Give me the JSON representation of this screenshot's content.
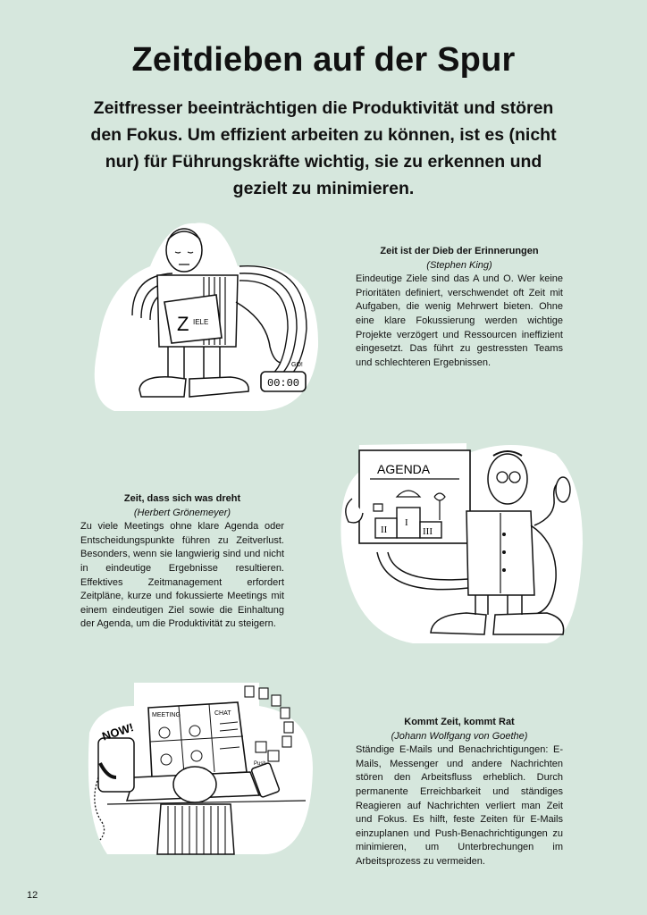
{
  "title": "Zeitdieben auf der Spur",
  "intro": "Zeitfresser beeinträchtigen die Produktivität und stören den Fokus. Um effizient arbeiten zu können, ist es (nicht nur) für Führungskräfte wichtig, sie zu erkennen und gezielt zu minimieren.",
  "sections": [
    {
      "heading": "Zeit ist der Dieb der Erinnerungen",
      "source": "(Stephen King)",
      "body": "Eindeutige Ziele sind das A und O. Wer keine Prioritäten definiert, verschwendet oft Zeit mit Aufgaben, die wenig Mehrwert bieten. Ohne eine klare Fokussierung werden wichtige Projekte verzögert und Ressourcen ineffizient eingesetzt. Das führt zu gestressten Teams und schlechteren Ergebnissen."
    },
    {
      "heading": "Zeit, dass sich was dreht",
      "source": "(Herbert Grönemeyer)",
      "body": "Zu viele Meetings ohne klare Agenda oder Entscheidungspunkte führen zu Zeitverlust. Besonders, wenn sie langwierig sind und nicht in eindeutige Ergebnisse resultieren. Effektives Zeitmanagement erfordert Zeitpläne, kurze und fokussierte Meetings mit einem eindeutigen Ziel sowie die Einhaltung der Agenda, um die Produktivität zu steigern."
    },
    {
      "heading": "Kommt Zeit, kommt Rat",
      "source": "(Johann Wolfgang von Goethe)",
      "body": "Ständige E-Mails und Benachrichtigungen: E-Mails, Messenger und andere Nachrichten stören den Arbeitsfluss erheblich. Durch permanente Erreichbarkeit und ständiges Reagieren auf Nachrichten verliert man Zeit und Fokus. Es hilft, feste Zeiten für E-Mails einzuplanen und Push-Benachrichtigungen zu minimieren, um Unterbrechungen im Arbeitsprozess zu vermeiden."
    }
  ],
  "illustrations": {
    "one": {
      "sign_text": "IELE",
      "sign_letter": "Z",
      "clock_text": "00:00",
      "go_text": "GO!"
    },
    "two": {
      "board_title": "AGENDA",
      "p1": "I",
      "p2": "II",
      "p3": "III"
    },
    "three": {
      "shout": "NOW!",
      "tab1": "MEETING",
      "tab2": "CHAT",
      "phone_label": "Push"
    }
  },
  "page_number": "12"
}
